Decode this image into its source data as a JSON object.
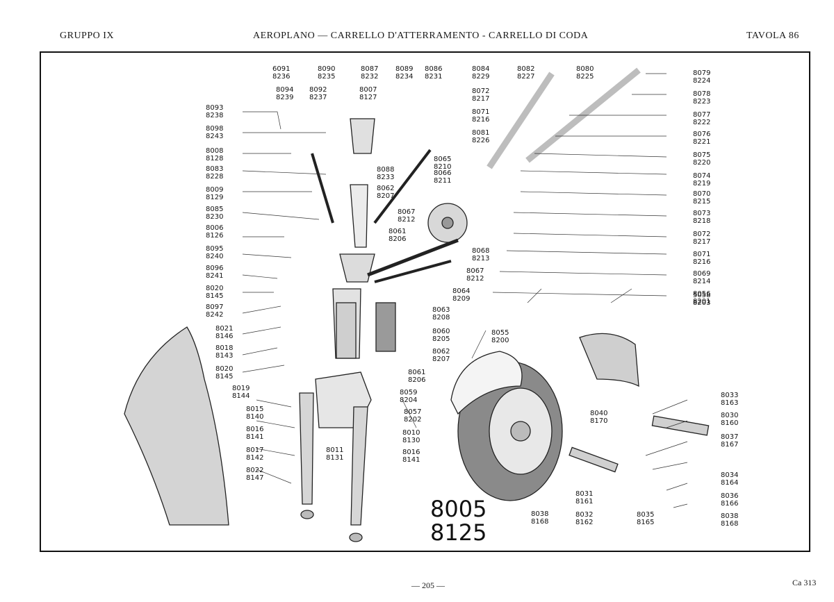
{
  "header": {
    "group": "GRUPPO IX",
    "title": "AEROPLANO — CARRELLO D'ATTERRAMENTO - CARRELLO DI CODA",
    "table": "TAVOLA 86"
  },
  "footer": {
    "page_number": "— 205 —",
    "code": "Ca 313"
  },
  "assembly_number": {
    "top": "8005",
    "bottom": "8125"
  },
  "callouts": [
    {
      "a": "6091",
      "b": "8236"
    },
    {
      "a": "8090",
      "b": "8235"
    },
    {
      "a": "8087",
      "b": "8232"
    },
    {
      "a": "8089",
      "b": "8234"
    },
    {
      "a": "8086",
      "b": "8231"
    },
    {
      "a": "8084",
      "b": "8229"
    },
    {
      "a": "8082",
      "b": "8227"
    },
    {
      "a": "8080",
      "b": "8225"
    },
    {
      "a": "8079",
      "b": "8224"
    },
    {
      "a": "8094",
      "b": "8239"
    },
    {
      "a": "8092",
      "b": "8237"
    },
    {
      "a": "8007",
      "b": "8127"
    },
    {
      "a": "8072",
      "b": "8217"
    },
    {
      "a": "8078",
      "b": "8223"
    },
    {
      "a": "8093",
      "b": "8238"
    },
    {
      "a": "8071",
      "b": "8216"
    },
    {
      "a": "8077",
      "b": "8222"
    },
    {
      "a": "8098",
      "b": "8243"
    },
    {
      "a": "8081",
      "b": "8226"
    },
    {
      "a": "8076",
      "b": "8221"
    },
    {
      "a": "8008",
      "b": "8128"
    },
    {
      "a": "8065",
      "b": "8210"
    },
    {
      "a": "8075",
      "b": "8220"
    },
    {
      "a": "8083",
      "b": "8228"
    },
    {
      "a": "8088",
      "b": "8233"
    },
    {
      "a": "8066",
      "b": "8211"
    },
    {
      "a": "8074",
      "b": "8219"
    },
    {
      "a": "8009",
      "b": "8129"
    },
    {
      "a": "8062",
      "b": "8207"
    },
    {
      "a": "8070",
      "b": "8215"
    },
    {
      "a": "8085",
      "b": "8230"
    },
    {
      "a": "8067",
      "b": "8212"
    },
    {
      "a": "8073",
      "b": "8218"
    },
    {
      "a": "8006",
      "b": "8126"
    },
    {
      "a": "8061",
      "b": "8206"
    },
    {
      "a": "8072",
      "b": "8217"
    },
    {
      "a": "8095",
      "b": "8240"
    },
    {
      "a": "8068",
      "b": "8213"
    },
    {
      "a": "8071",
      "b": "8216"
    },
    {
      "a": "8096",
      "b": "8241"
    },
    {
      "a": "8067",
      "b": "8212"
    },
    {
      "a": "8069",
      "b": "8214"
    },
    {
      "a": "8020",
      "b": "8145"
    },
    {
      "a": "8064",
      "b": "8209"
    },
    {
      "a": "8056",
      "b": "8201"
    },
    {
      "a": "5058",
      "b": "8203"
    },
    {
      "a": "8097",
      "b": "8242"
    },
    {
      "a": "8063",
      "b": "8208"
    },
    {
      "a": "8021",
      "b": "8146"
    },
    {
      "a": "8060",
      "b": "8205"
    },
    {
      "a": "8055",
      "b": "8200"
    },
    {
      "a": "8018",
      "b": "8143"
    },
    {
      "a": "8062",
      "b": "8207"
    },
    {
      "a": "8020",
      "b": "8145"
    },
    {
      "a": "8061",
      "b": "8206"
    },
    {
      "a": "8019",
      "b": "8144"
    },
    {
      "a": "8059",
      "b": "8204"
    },
    {
      "a": "8033",
      "b": "8163"
    },
    {
      "a": "8015",
      "b": "8140"
    },
    {
      "a": "8057",
      "b": "8202"
    },
    {
      "a": "8040",
      "b": "8170"
    },
    {
      "a": "8030",
      "b": "8160"
    },
    {
      "a": "8016",
      "b": "8141"
    },
    {
      "a": "8010",
      "b": "8130"
    },
    {
      "a": "8011",
      "b": "8131"
    },
    {
      "a": "8017",
      "b": "8142"
    },
    {
      "a": "8016",
      "b": "8141"
    },
    {
      "a": "8037",
      "b": "8167"
    },
    {
      "a": "8022",
      "b": "8147"
    },
    {
      "a": "8034",
      "b": "8164"
    },
    {
      "a": "8031",
      "b": "8161"
    },
    {
      "a": "8036",
      "b": "8166"
    },
    {
      "a": "8038",
      "b": "8168"
    },
    {
      "a": "8032",
      "b": "8162"
    },
    {
      "a": "8035",
      "b": "8165"
    },
    {
      "a": "8038",
      "b": "8168"
    }
  ]
}
